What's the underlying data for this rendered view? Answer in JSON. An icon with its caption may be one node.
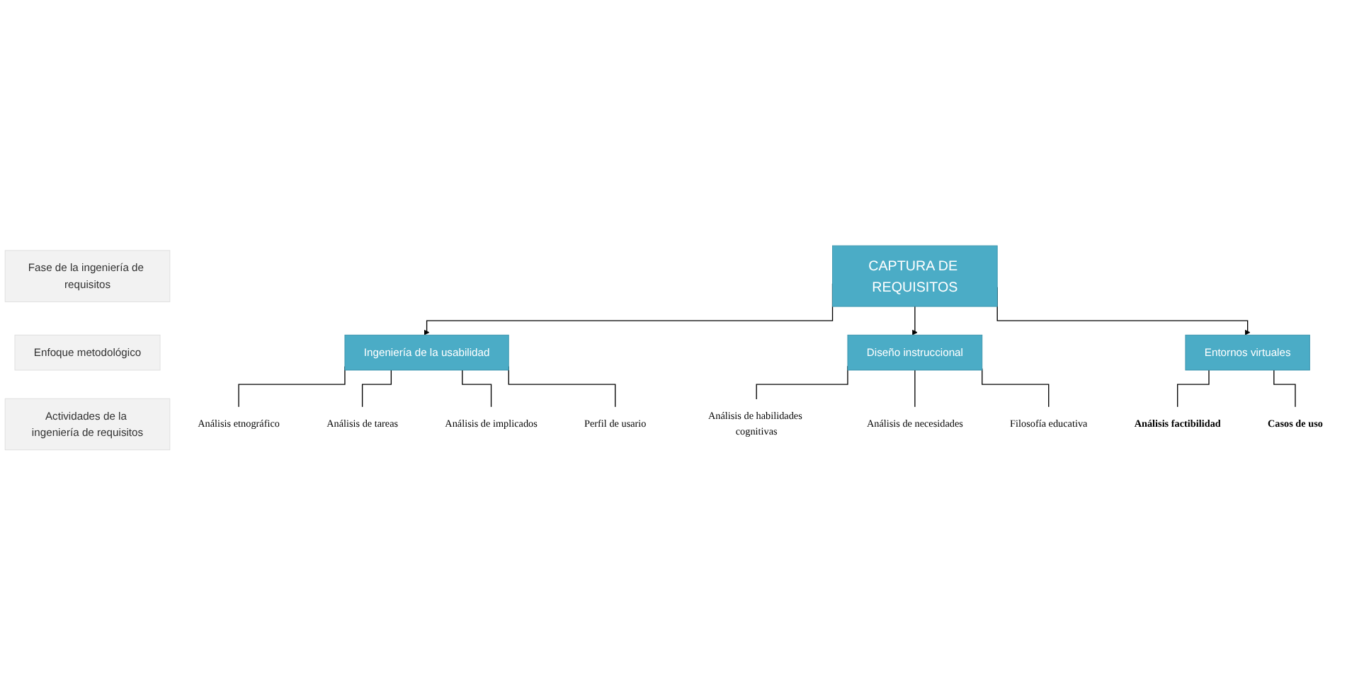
{
  "diagram": {
    "nodes": [
      {
        "text": [
          "Fase de la ingeniería de requisitos"
        ]
      },
      {
        "text": [
          "CAPTURA DE REQUISITOS"
        ]
      },
      {
        "text": [
          "Enfoque metodológico"
        ]
      },
      {
        "text": [
          "Ingeniería de la usabilidad"
        ]
      },
      {
        "text": [
          "Diseño instruccional"
        ]
      },
      {
        "text": [
          "Entornos virtuales"
        ]
      },
      {
        "text": [
          "Actividades de la ingeniería de requisitos"
        ]
      },
      {
        "text": [
          "Análisis etnográfico"
        ]
      },
      {
        "text": [
          "Análisis de tareas"
        ]
      },
      {
        "text": [
          "Análisis de implicados"
        ]
      },
      {
        "text": [
          "Perfil de usario"
        ]
      },
      {
        "text": [
          "Análisis de habilidades cognitivas"
        ]
      },
      {
        "text": [
          "Análisis de necesidades"
        ]
      },
      {
        "text": [
          "Filosofía educativa"
        ]
      },
      {
        "text": [
          "Análisis factibilidad"
        ]
      },
      {
        "text": [
          "Casos de uso"
        ]
      }
    ],
    "edges": [
      {
        "from": 1,
        "to": 3,
        "arrow": "to"
      },
      {
        "from": 1,
        "to": 4,
        "arrow": "to"
      },
      {
        "from": 1,
        "to": 5,
        "arrow": "to"
      },
      {
        "from": 3,
        "to": 7,
        "arrow": "none"
      },
      {
        "from": 3,
        "to": 8,
        "arrow": "none"
      },
      {
        "from": 3,
        "to": 9,
        "arrow": "none"
      },
      {
        "from": 3,
        "to": 10,
        "arrow": "none"
      },
      {
        "from": 4,
        "to": 11,
        "arrow": "none"
      },
      {
        "from": 4,
        "to": 12,
        "arrow": "none"
      },
      {
        "from": 4,
        "to": 13,
        "arrow": "none"
      },
      {
        "from": 5,
        "to": 14,
        "arrow": "none"
      },
      {
        "from": 5,
        "to": 15,
        "arrow": "none"
      }
    ]
  }
}
